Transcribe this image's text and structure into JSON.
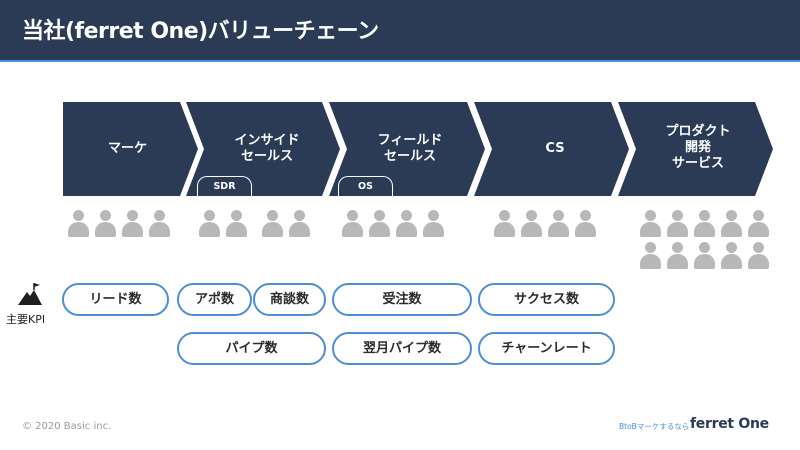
{
  "header": {
    "title": "当社(ferret One)バリューチェーン"
  },
  "stages": [
    {
      "label": "マーケ",
      "tab": ""
    },
    {
      "label": "インサイド\nセールス",
      "tab": "SDR"
    },
    {
      "label": "フィールド\nセールス",
      "tab": "OS"
    },
    {
      "label": "CS",
      "tab": ""
    },
    {
      "label": "プロダクト\n開発\nサービス",
      "tab": ""
    }
  ],
  "kpi": {
    "heading": "主要KPI",
    "row1": [
      "リード数",
      "アポ数",
      "商談数",
      "受注数",
      "サクセス数"
    ],
    "row2": [
      "パイプ数",
      "翌月パイプ数",
      "チャーンレート"
    ]
  },
  "colors": {
    "header_bg": "#2b3a55",
    "arrow_fill": "#2b3a55",
    "pill_border": "#4a8fd6",
    "person": "#b8b8b8"
  },
  "footer": {
    "copyright": "© 2020 Basic inc.",
    "tagline": "BtoBマーケするなら",
    "brand": "ferret One"
  }
}
